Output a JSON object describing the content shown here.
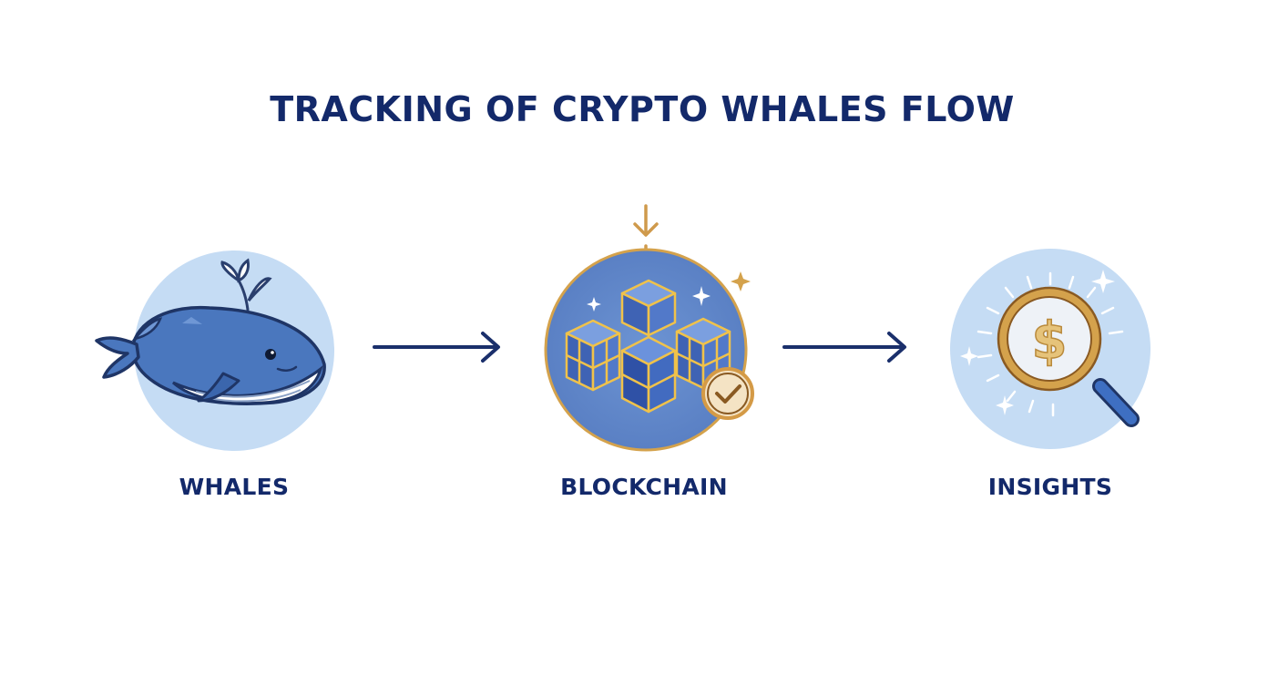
{
  "diagram": {
    "title": "TRACKING OF CRYPTO WHALES FLOW",
    "nodes": [
      {
        "id": "whales",
        "label": "WHALES",
        "icon": "whale-icon"
      },
      {
        "id": "blockchain",
        "label": "BLOCKCHAIN",
        "icon": "blockchain-cubes-icon"
      },
      {
        "id": "insights",
        "label": "INSIGHTS",
        "icon": "magnifier-dollar-icon"
      }
    ],
    "edges": [
      {
        "from": "whales",
        "to": "blockchain"
      },
      {
        "from": "blockchain",
        "to": "insights"
      }
    ],
    "colors": {
      "navy": "#13296a",
      "light_blue": "#c3dbf3",
      "mid_blue": "#5b86c9",
      "whale_blue": "#4a77be",
      "gold": "#d4a24c"
    }
  }
}
